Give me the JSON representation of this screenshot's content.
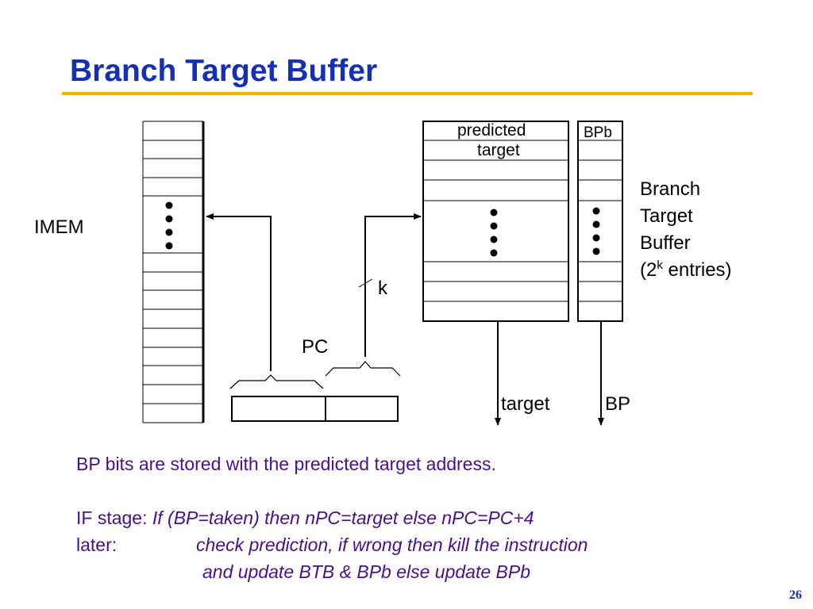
{
  "slide": {
    "title": "Branch Target Buffer",
    "page_number": "26"
  },
  "diagram": {
    "imem_label": "IMEM",
    "pc_label": "PC",
    "k_label": "k",
    "btb_col_predicted_line1": "predicted",
    "btb_col_predicted_line2": "target",
    "btb_col_bpb": "BPb",
    "btb_name_line1": "Branch",
    "btb_name_line2": "Target",
    "btb_name_line3": "Buffer",
    "btb_entries_prefix": "(2",
    "btb_entries_exp": "k",
    "btb_entries_suffix": " entries)",
    "output_target": "target",
    "output_bp": "BP",
    "colors": {
      "line": "#000000"
    }
  },
  "notes": {
    "line1": "BP bits are stored with the predicted target address.",
    "if_label": "IF stage: ",
    "if_text": "If (BP=taken) then nPC=target else nPC=PC+4",
    "later_label": "later:",
    "later_text1": "check prediction, if wrong then kill the instruction",
    "later_text2": "and update BTB  & BPb else update BPb",
    "color": "#4b0f8c"
  },
  "colors": {
    "title": "#1530b8",
    "title_rule": "#f4b400"
  }
}
